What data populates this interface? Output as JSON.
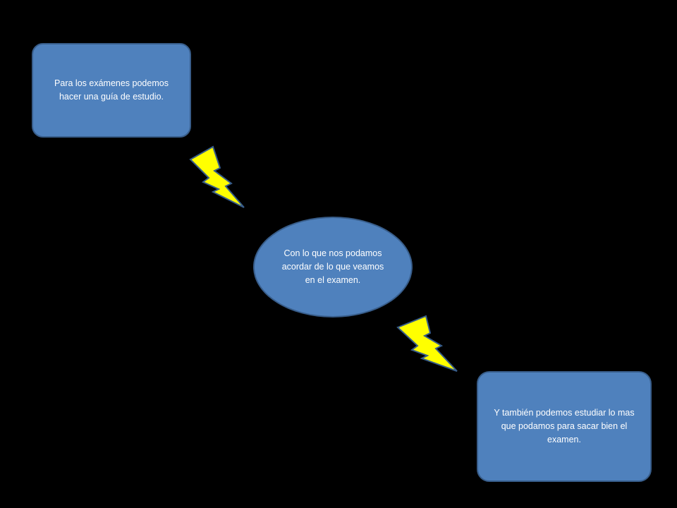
{
  "diagram": {
    "nodes": [
      {
        "id": "box-1",
        "shape": "rounded-rectangle",
        "text": "Para los exámenes podemos hacer una guía  de estudio."
      },
      {
        "id": "ellipse-2",
        "shape": "ellipse",
        "text": "Con lo que nos podamos acordar de lo que veamos en el examen."
      },
      {
        "id": "box-3",
        "shape": "rounded-rectangle",
        "text": "Y también podemos estudiar lo mas que podamos  para sacar bien el examen."
      }
    ],
    "connectors": [
      {
        "from": "box-1",
        "to": "ellipse-2",
        "icon": "lightning-bolt-icon"
      },
      {
        "from": "ellipse-2",
        "to": "box-3",
        "icon": "lightning-bolt-icon"
      }
    ]
  },
  "colors": {
    "background": "#000000",
    "node_fill": "#4f81bd",
    "node_border": "#385d8a",
    "node_text": "#ffffff",
    "bolt_fill": "#ffff00",
    "bolt_stroke": "#385d8a"
  }
}
